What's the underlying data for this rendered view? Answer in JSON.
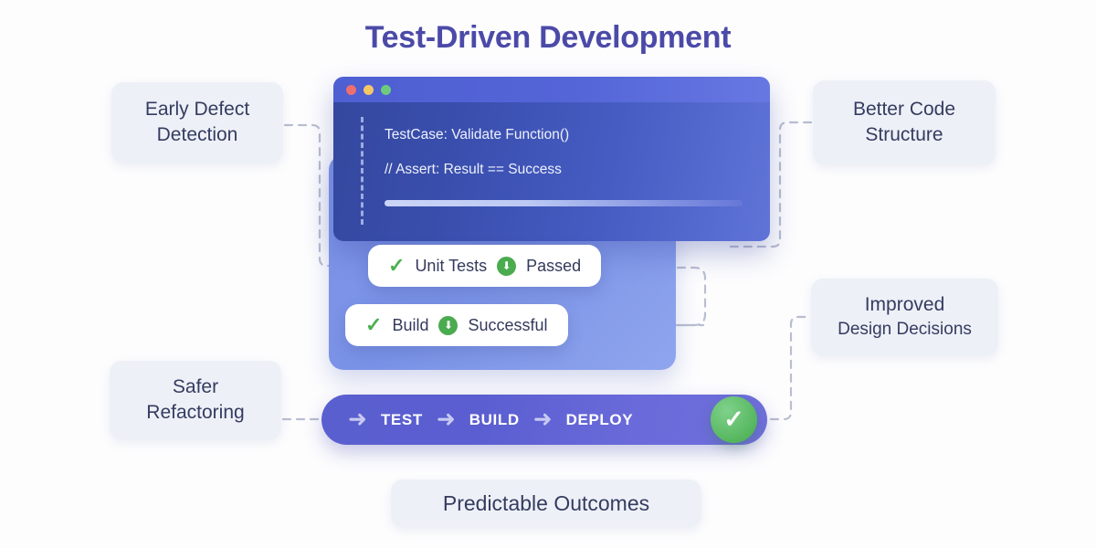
{
  "page": {
    "title": "Test-Driven Development",
    "background_color": "#fdfdfe",
    "title_color": "#4b4aa8"
  },
  "code_window": {
    "traffic_lights": [
      {
        "name": "close-dot",
        "color": "#ee6f6f"
      },
      {
        "name": "minimize-dot",
        "color": "#f5c767"
      },
      {
        "name": "maximize-dot",
        "color": "#6ecb7d"
      }
    ],
    "lines": [
      "TestCase: Validate Function()",
      "// Assert: Result == Success"
    ],
    "body_color": "#3a4fae",
    "titlebar_color": "#5465d8"
  },
  "status_cards": [
    {
      "check_icon": "✓",
      "label_left": "Unit Tests",
      "badge_icon": "⬇",
      "label_right": "Passed",
      "accent_color": "#4bab4f"
    },
    {
      "check_icon": "✓",
      "label_left": "Build",
      "badge_icon": "⬇",
      "label_right": "Successful",
      "accent_color": "#4bab4f"
    }
  ],
  "pipeline": {
    "lead_arrow": "➜",
    "steps": [
      {
        "label": "TEST",
        "arrow_after": "➜"
      },
      {
        "label": "BUILD",
        "arrow_after": "➜"
      },
      {
        "label": "DEPLOY",
        "arrow_after": ""
      }
    ],
    "success_icon": "✓",
    "bar_color": "#5a5fcf",
    "success_color": "#4bab4f"
  },
  "benefits": [
    {
      "id": "early",
      "line1": "Early Defect",
      "line2": "Detection"
    },
    {
      "id": "better",
      "line1": "Better Code",
      "line2": "Structure"
    },
    {
      "id": "improved",
      "line1": "Improved",
      "line2": "Design Decisions"
    },
    {
      "id": "safer",
      "line1": "Safer",
      "line2": "Refactoring"
    },
    {
      "id": "predict",
      "line1": "Predictable Outcomes",
      "line2": ""
    }
  ],
  "connector_color": "#b9bed0"
}
